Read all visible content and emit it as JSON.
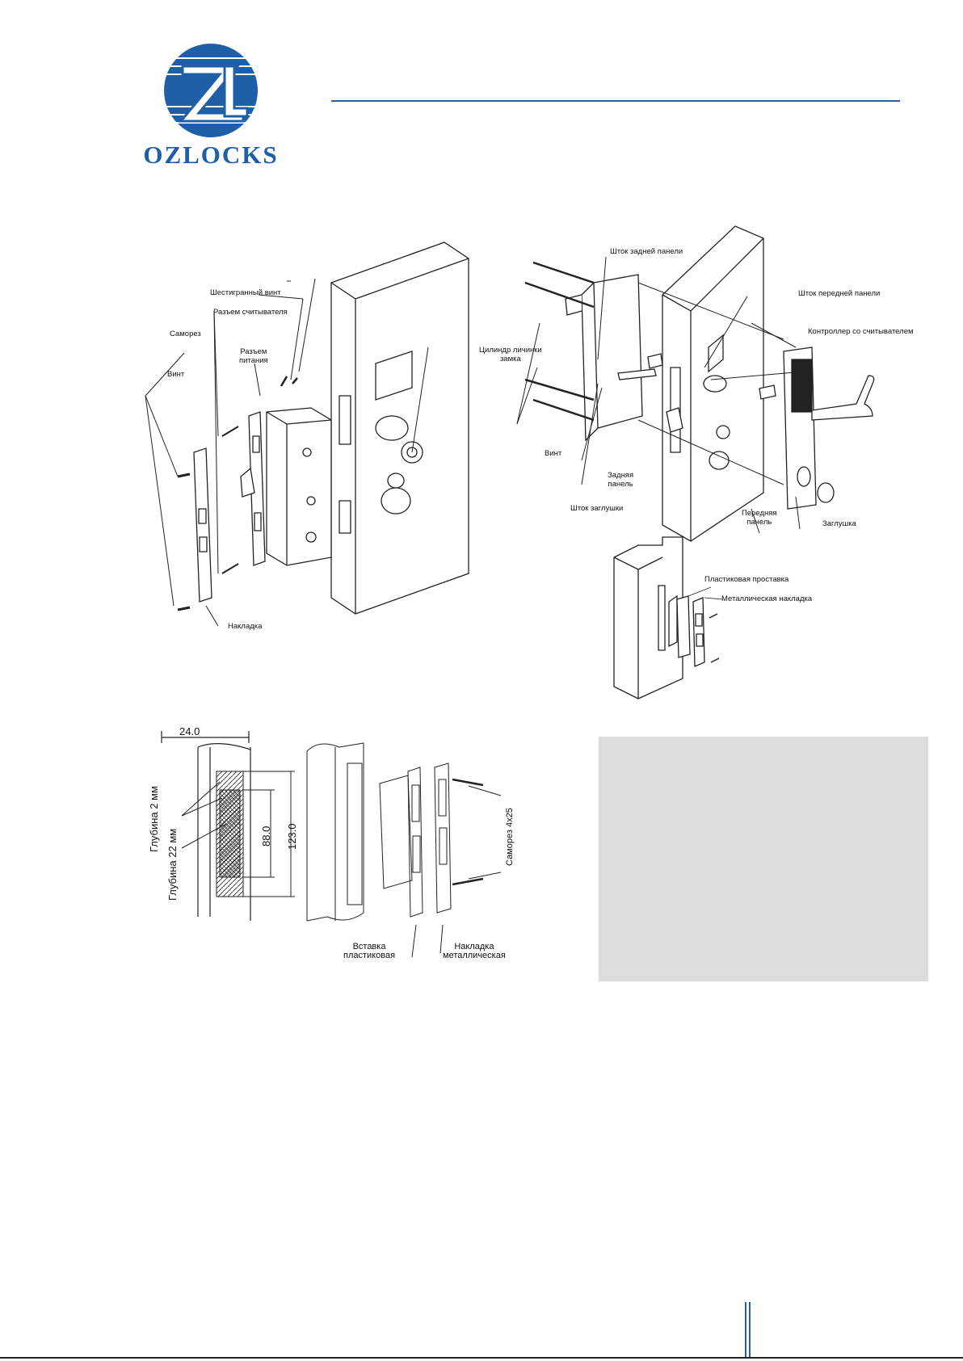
{
  "logo": {
    "text": "OZLOCKS"
  },
  "colors": {
    "brand": "#1f5fa8",
    "header_rule": "#2a5ea8",
    "note_box": "#dcdcdc"
  },
  "diagram_left": {
    "hex_screw": "Шестигранный винт",
    "reader_connector": "Разъем считывателя",
    "self_tapping_screw": "Саморез",
    "power_connector": "Разъем\nпитания",
    "screw": "Винт",
    "cylinder": "Цилиндр личинки\nзамка",
    "faceplate": "Накладка"
  },
  "diagram_right": {
    "back_spindle": "Шток задней панели",
    "front_spindle": "Шток передней панели",
    "controller": "Контроллер со считывателем",
    "screw": "Винт",
    "back_panel": "Задняя\nпанель",
    "plug_spindle": "Шток заглушки",
    "front_panel": "Передняя\nпанель",
    "plug": "Заглушка"
  },
  "diagram_strike": {
    "plastic_spacer": "Пластиковая проставка",
    "metal_plate": "Металлическая накладка"
  },
  "diagram_dimensions": {
    "width": "24.0",
    "inner_height": "88.0",
    "outer_height": "123.0",
    "depth_2": "Глубина 2 мм",
    "depth_22": "Глубина 22 мм",
    "screws": "Саморез 4х25",
    "plastic_insert": "Вставка\nпластиковая",
    "metal_cover": "Накладка\nметаллическая"
  }
}
